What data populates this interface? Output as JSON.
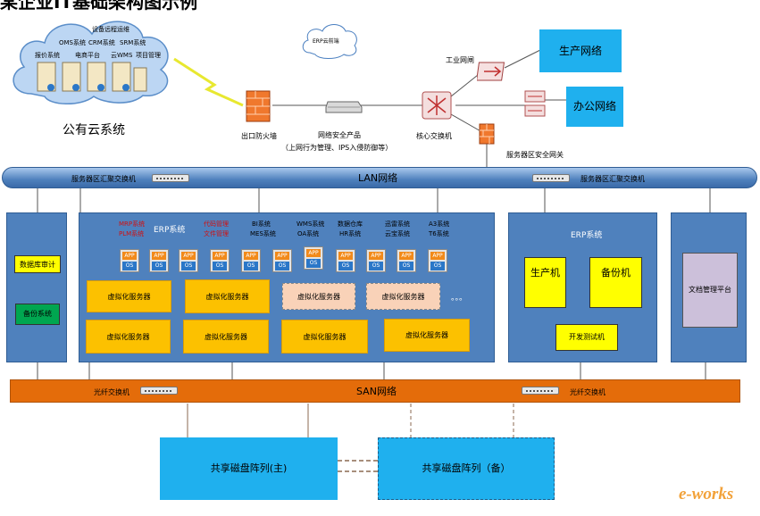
{
  "top_title": "某企业IT基础架构图示例",
  "cloud": {
    "label": "公有云系统",
    "row1": "设备远程运维",
    "row2": [
      "OMS系统",
      "CRM系统",
      "SRM系统"
    ],
    "row3": [
      "报价系统",
      "电商平台",
      "云WMS",
      "项目管理"
    ]
  },
  "erp_cloud_bubble": "ERP云前端",
  "firewall_out": "出口防火墙",
  "security_product": {
    "title": "网络安全产品",
    "detail": "（上网行为管理、IPS入侵防御等）"
  },
  "industrial_gateway": "工业网闸",
  "core_switch": "核心交换机",
  "server_fw": "服务器区安全网关",
  "prod_net": "生产网络",
  "office_net": "办公网络",
  "lan": {
    "label": "LAN网络",
    "left_switch": "服务器区汇聚交换机",
    "right_switch": "服务器区汇聚交换机"
  },
  "left_panel": {
    "db_audit": "数据库审计",
    "backup": "备份系统"
  },
  "center_panel": {
    "row1": [
      {
        "l1": "MRP系统",
        "l2": "PLM系统",
        "red": true
      },
      {
        "l1": "ERP系统",
        "l2": "",
        "red": false,
        "big": true
      },
      {
        "l1": "代码管理",
        "l2": "文件管理",
        "red": true
      },
      {
        "l1": "BI系统",
        "l2": "MES系统",
        "red": false
      },
      {
        "l1": "WMS系统",
        "l2": "OA系统",
        "red": false
      },
      {
        "l1": "数据仓库",
        "l2": "HR系统",
        "red": false
      },
      {
        "l1": "迅雷系统",
        "l2": "云宝系统",
        "red": false
      },
      {
        "l1": "A3系统",
        "l2": "T6系统",
        "red": false
      }
    ],
    "app": "APP",
    "os": "OS",
    "vs_row1": [
      "虚拟化服务器",
      "虚拟化服务器",
      "虚拟化服务器",
      "虚拟化服务器"
    ],
    "vs_row2": [
      "虚拟化服务器",
      "虚拟化服务器",
      "虚拟化服务器",
      "虚拟化服务器"
    ],
    "ellipsis": "。。。"
  },
  "erp_panel": {
    "title": "ERP系统",
    "prod": "生产机",
    "backup": "备份机",
    "dev": "开发测试机"
  },
  "doc_panel": {
    "label": "文档管理平台"
  },
  "san": {
    "label": "SAN网络",
    "left_switch": "光纤交换机",
    "right_switch": "光纤交换机"
  },
  "storage": {
    "main": "共享磁盘阵列(主)",
    "standby": "共享磁盘阵列（备）"
  },
  "watermark": "e-works"
}
